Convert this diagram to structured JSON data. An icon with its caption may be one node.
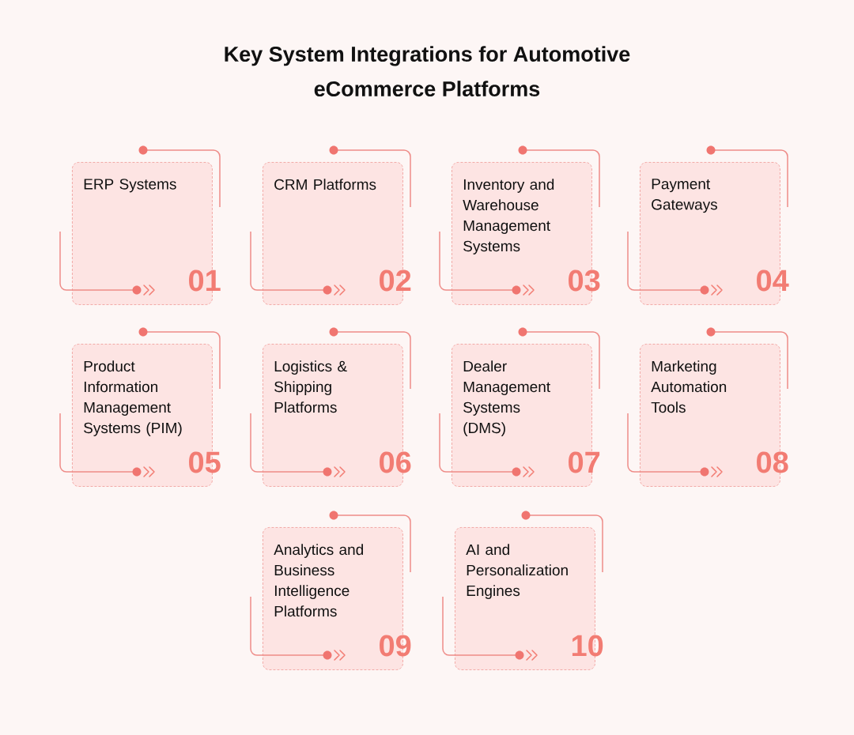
{
  "diagram": {
    "title": "Key System Integrations for Automotive eCommerce Platforms",
    "nodes": [
      {
        "text": [
          "ERP Systems",
          "01"
        ]
      },
      {
        "text": [
          "CRM Platforms",
          "02"
        ]
      },
      {
        "text": [
          "Inventory and Warehouse Management Systems",
          "03"
        ]
      },
      {
        "text": [
          "Payment Gateways",
          "04"
        ]
      },
      {
        "text": [
          "Product Information Management Systems (PIM)",
          "05"
        ]
      },
      {
        "text": [
          "Logistics & Shipping Platforms",
          "06"
        ]
      },
      {
        "text": [
          "Dealer Management Systems (DMS)",
          "07"
        ]
      },
      {
        "text": [
          "Marketing Automation Tools",
          "08"
        ]
      },
      {
        "text": [
          "Analytics and Business Intelligence Platforms",
          "09"
        ]
      },
      {
        "text": [
          "AI and Personalization Engines",
          "10"
        ]
      }
    ]
  }
}
